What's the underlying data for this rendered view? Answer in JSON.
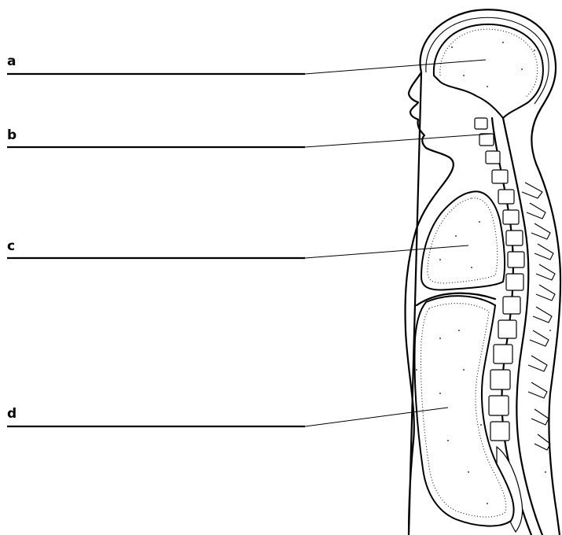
{
  "labels": [
    {
      "id": "a",
      "text": "a"
    },
    {
      "id": "b",
      "text": "b"
    },
    {
      "id": "c",
      "text": "c"
    },
    {
      "id": "d",
      "text": "d"
    }
  ]
}
